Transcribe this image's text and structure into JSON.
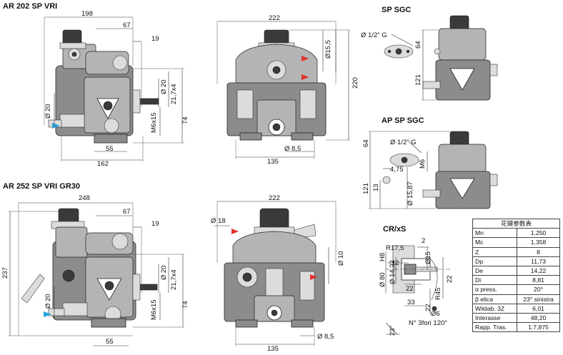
{
  "titles": {
    "ar202": "AR 202  SP VRI",
    "ar252": "AR 252  SP VRI GR30",
    "sp_sgc": "SP SGC",
    "ap_sp_sgc": "AP SP SGC",
    "crxs": "CR/xS"
  },
  "dims_top_left": {
    "d198": "198",
    "d67": "67",
    "d19": "19",
    "dia20a": "Ø 20",
    "dia20b": "Ø 20",
    "d21_7x4": "21,7x4",
    "m6x15": "M6x15",
    "d74": "74",
    "d55": "55",
    "d162": "162"
  },
  "dims_top_mid": {
    "d222": "222",
    "dia15_5": "Ø15,5",
    "d220": "220",
    "dia8_5": "Ø 8,5",
    "d135": "135"
  },
  "dims_sp_sgc": {
    "dia_half": "Ø 1/2\" G",
    "d64": "64",
    "d121": "121"
  },
  "dims_ap_sp_sgc": {
    "d64": "64",
    "dia_half": "Ø 1/2\" G",
    "d4_75": "4,75",
    "m6": "M6",
    "d121": "121",
    "d13": "13",
    "dia15_87": "Ø 15,87"
  },
  "dims_bot_left": {
    "d248": "248",
    "d67": "67",
    "d19": "19",
    "d237": "237",
    "dia20a": "Ø 20",
    "dia20b": "Ø 20",
    "d21_7x4": "21,7x4",
    "m6x15": "M6x15",
    "d74": "74",
    "d55": "55"
  },
  "dims_bot_mid": {
    "d222": "222",
    "dia18": "Ø 18",
    "dia10": "Ø 10",
    "dia8_5": "Ø 8,5",
    "d135": "135"
  },
  "dims_cr": {
    "r17_5": "R17,5",
    "d2": "2",
    "dia15": "Ø15",
    "d12": "12",
    "d22a": "22",
    "dia80": "Ø 80",
    "h8": "H8",
    "dia14_22": "Ø 14,22",
    "d22b": "22",
    "r45": "R45",
    "d33": "33",
    "d22c": "22",
    "dia6": "Ø6",
    "d23deg": "23°",
    "fori": "N° 3fori 120°"
  },
  "spline_table": {
    "header": "花键参数表",
    "rows": [
      {
        "label": "Mn",
        "value": "1,250"
      },
      {
        "label": "Mc",
        "value": "1,358"
      },
      {
        "label": "Z",
        "value": "8"
      },
      {
        "label": "Dp",
        "value": "11,73"
      },
      {
        "label": "De",
        "value": "14,22"
      },
      {
        "label": "Di",
        "value": "8,81"
      },
      {
        "label": "α press.",
        "value": "20°"
      },
      {
        "label": "β elica",
        "value": "23° sinistra"
      },
      {
        "label": "Wildab. 3Z",
        "value": "6,01"
      },
      {
        "label": "Interasse",
        "value": "48,20"
      },
      {
        "label": "Rapp. Tras.",
        "value": "1:7,875"
      }
    ]
  },
  "colors": {
    "inlet_arrow": "#29a3dc",
    "outlet_arrow": "#e0302a"
  }
}
